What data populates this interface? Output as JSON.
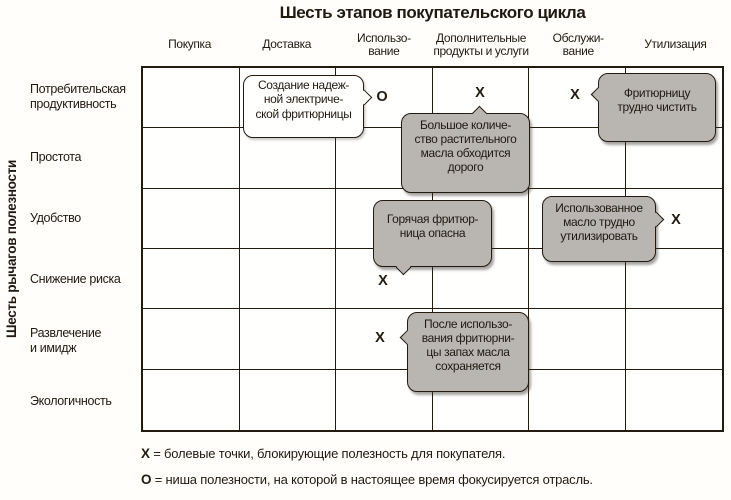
{
  "title": "Шесть этапов покупательского цикла",
  "y_axis": {
    "label": "Шесть рычагов полезности"
  },
  "columns": [
    "Покупка",
    "Доставка",
    "Использо-\nвание",
    "Дополнительные\nпродукты и услуги",
    "Обслужи-\nвание",
    "Утилизация"
  ],
  "rows": [
    "Потребительская\nпродуктивность",
    "Простота",
    "Удобство",
    "Снижение риска",
    "Развлечение\nи имидж",
    "Экологичность"
  ],
  "callouts": {
    "reliable_fryer": {
      "text": "Создание надеж-\nной электриче-\nской фритюрницы",
      "kind": "industry-focus"
    },
    "oil_expensive": {
      "text": "Большое количе-\nство растительного\nмасла обходится\nдорого",
      "kind": "pain-point"
    },
    "hard_to_clean": {
      "text": "Фритюрницу\nтрудно чистить",
      "kind": "pain-point"
    },
    "hot_fryer_danger": {
      "text": "Горячая фритюр-\nница опасна",
      "kind": "pain-point"
    },
    "oil_disposal": {
      "text": "Использованное\nмасло трудно\nутилизировать",
      "kind": "pain-point"
    },
    "oil_smell": {
      "text": "После использо-\nвания фритюрни-\nцы запах масла\nсохраняется",
      "kind": "pain-point"
    }
  },
  "markers": {
    "o_use": {
      "symbol": "O"
    },
    "x_addons": {
      "symbol": "X"
    },
    "x_service": {
      "symbol": "X"
    },
    "x_use_risk": {
      "symbol": "X"
    },
    "x_disposal": {
      "symbol": "X"
    },
    "x_use_image": {
      "symbol": "X"
    }
  },
  "legend": {
    "pain": {
      "symbol": "X",
      "text": " = болевые точки, блокирующие полезность для покупателя."
    },
    "focus": {
      "symbol": "O",
      "text": " = ниша полезности, на которой в настоящее время фокусируется отрасль."
    }
  },
  "colors": {
    "line": "#241b10",
    "text": "#201910",
    "callout_gray": "#b9b6b2",
    "callout_white": "#fffffe",
    "background": "#fffefb"
  }
}
